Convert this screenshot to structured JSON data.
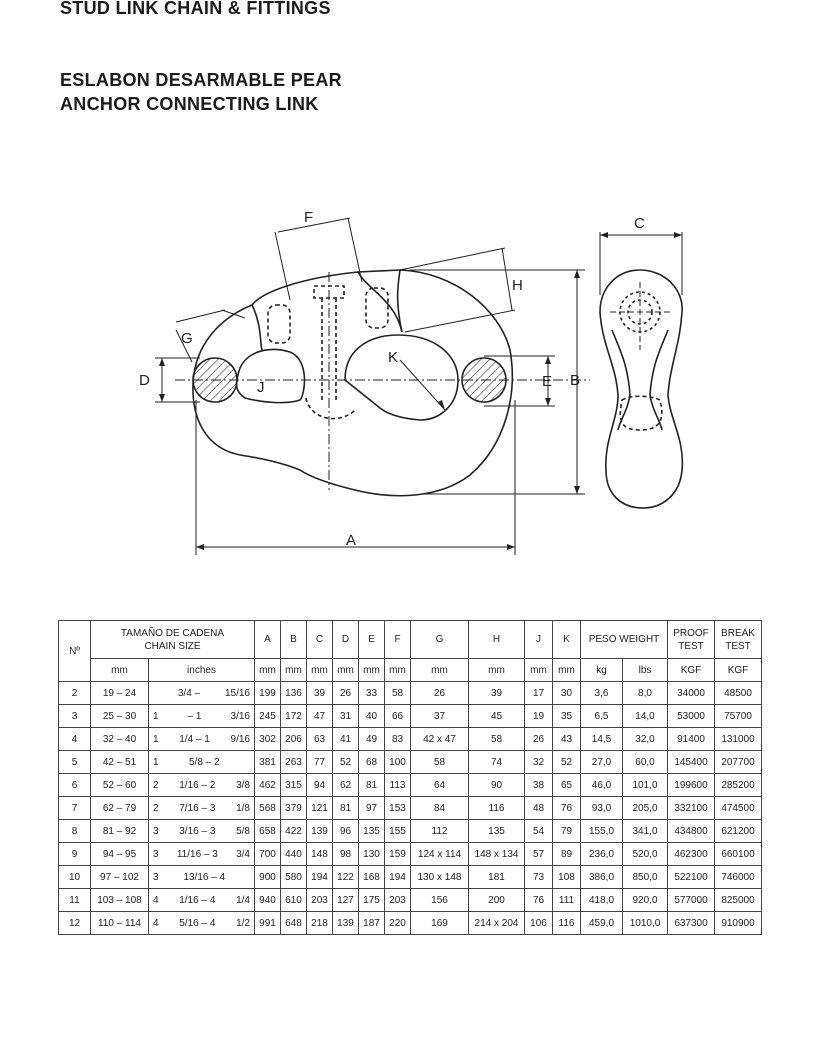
{
  "header": {
    "title": "STUD LINK CHAIN & FITTINGS",
    "subtitle_line1": "ESLABON DESARMABLE PEAR",
    "subtitle_line2": "ANCHOR CONNECTING LINK"
  },
  "drawing": {
    "labels": {
      "A": "A",
      "B": "B",
      "C": "C",
      "D": "D",
      "E": "E",
      "F": "F",
      "G": "G",
      "H": "H",
      "J": "J",
      "K": "K"
    }
  },
  "table": {
    "headers": {
      "no": "Nº",
      "chain_size_l1": "TAMAÑO DE CADENA",
      "chain_size_l2": "CHAIN SIZE",
      "mm": "mm",
      "inches": "inches",
      "A": "A",
      "B": "B",
      "C": "C",
      "D": "D",
      "E": "E",
      "F": "F",
      "G": "G",
      "H": "H",
      "J": "J",
      "K": "K",
      "weight": "PESO WEIGHT",
      "kg": "kg",
      "lbs": "lbs",
      "proof_l1": "PROOF",
      "proof_l2": "TEST",
      "break_l1": "BREAK",
      "break_l2": "TEST",
      "kgf": "KGF"
    },
    "rows": [
      {
        "no": "2",
        "mm": "19 – 24",
        "in_a": "",
        "in_b": "3/4 –",
        "in_c": "15/16",
        "A": "199",
        "B": "136",
        "C": "39",
        "D": "26",
        "E": "33",
        "F": "58",
        "G": "26",
        "H": "39",
        "J": "17",
        "K": "30",
        "kg": "3,6",
        "lbs": "8,0",
        "proof": "34000",
        "break": "48500"
      },
      {
        "no": "3",
        "mm": "25 – 30",
        "in_a": "1",
        "in_b": "– 1",
        "in_c": "3/16",
        "A": "245",
        "B": "172",
        "C": "47",
        "D": "31",
        "E": "40",
        "F": "66",
        "G": "37",
        "H": "45",
        "J": "19",
        "K": "35",
        "kg": "6,5",
        "lbs": "14,0",
        "proof": "53000",
        "break": "75700"
      },
      {
        "no": "4",
        "mm": "32 – 40",
        "in_a": "1",
        "in_b": "1/4 – 1",
        "in_c": "9/16",
        "A": "302",
        "B": "206",
        "C": "63",
        "D": "41",
        "E": "49",
        "F": "83",
        "G": "42 x 47",
        "H": "58",
        "J": "26",
        "K": "43",
        "kg": "14,5",
        "lbs": "32,0",
        "proof": "91400",
        "break": "131000"
      },
      {
        "no": "5",
        "mm": "42 – 51",
        "in_a": "1",
        "in_b": "5/8 – 2",
        "in_c": "",
        "A": "381",
        "B": "263",
        "C": "77",
        "D": "52",
        "E": "68",
        "F": "100",
        "G": "58",
        "H": "74",
        "J": "32",
        "K": "52",
        "kg": "27,0",
        "lbs": "60,0",
        "proof": "145400",
        "break": "207700"
      },
      {
        "no": "6",
        "mm": "52 – 60",
        "in_a": "2",
        "in_b": "1/16 – 2",
        "in_c": "3/8",
        "A": "462",
        "B": "315",
        "C": "94",
        "D": "62",
        "E": "81",
        "F": "113",
        "G": "64",
        "H": "90",
        "J": "38",
        "K": "65",
        "kg": "46,0",
        "lbs": "101,0",
        "proof": "199600",
        "break": "285200"
      },
      {
        "no": "7",
        "mm": "62 – 79",
        "in_a": "2",
        "in_b": "7/16 – 3",
        "in_c": "1/8",
        "A": "568",
        "B": "379",
        "C": "121",
        "D": "81",
        "E": "97",
        "F": "153",
        "G": "84",
        "H": "116",
        "J": "48",
        "K": "76",
        "kg": "93,0",
        "lbs": "205,0",
        "proof": "332100",
        "break": "474500"
      },
      {
        "no": "8",
        "mm": "81 – 92",
        "in_a": "3",
        "in_b": "3/16 – 3",
        "in_c": "5/8",
        "A": "658",
        "B": "422",
        "C": "139",
        "D": "96",
        "E": "135",
        "F": "155",
        "G": "112",
        "H": "135",
        "J": "54",
        "K": "79",
        "kg": "155,0",
        "lbs": "341,0",
        "proof": "434800",
        "break": "621200"
      },
      {
        "no": "9",
        "mm": "94 – 95",
        "in_a": "3",
        "in_b": "11/16 – 3",
        "in_c": "3/4",
        "A": "700",
        "B": "440",
        "C": "148",
        "D": "98",
        "E": "130",
        "F": "159",
        "G": "124 x 114",
        "H": "148 x 134",
        "J": "57",
        "K": "89",
        "kg": "236,0",
        "lbs": "520,0",
        "proof": "462300",
        "break": "660100"
      },
      {
        "no": "10",
        "mm": "97 – 102",
        "in_a": "3",
        "in_b": "13/16 – 4",
        "in_c": "",
        "A": "900",
        "B": "580",
        "C": "194",
        "D": "122",
        "E": "168",
        "F": "194",
        "G": "130 x 148",
        "H": "181",
        "J": "73",
        "K": "108",
        "kg": "386,0",
        "lbs": "850,0",
        "proof": "522100",
        "break": "746000"
      },
      {
        "no": "11",
        "mm": "103 – 108",
        "in_a": "4",
        "in_b": "1/16 – 4",
        "in_c": "1/4",
        "A": "940",
        "B": "610",
        "C": "203",
        "D": "127",
        "E": "175",
        "F": "203",
        "G": "156",
        "H": "200",
        "J": "76",
        "K": "111",
        "kg": "418,0",
        "lbs": "920,0",
        "proof": "577000",
        "break": "825000"
      },
      {
        "no": "12",
        "mm": "110 – 114",
        "in_a": "4",
        "in_b": "5/16 – 4",
        "in_c": "1/2",
        "A": "991",
        "B": "648",
        "C": "218",
        "D": "139",
        "E": "187",
        "F": "220",
        "G": "169",
        "H": "214 x 204",
        "J": "106",
        "K": "116",
        "kg": "459,0",
        "lbs": "1010,0",
        "proof": "637300",
        "break": "910900"
      }
    ]
  }
}
